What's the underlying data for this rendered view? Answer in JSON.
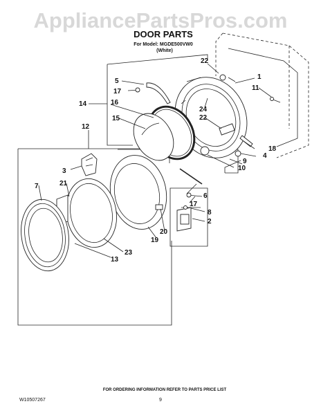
{
  "watermark": "AppliancePartsPros.com",
  "title": {
    "main": "DOOR PARTS",
    "model_line": "For Model: MGDE500VW0",
    "color": "(White)"
  },
  "callouts": [
    "1",
    "2",
    "3",
    "4",
    "5",
    "6",
    "7",
    "8",
    "9",
    "10",
    "11",
    "12",
    "13",
    "14",
    "15",
    "16",
    "17",
    "17",
    "18",
    "19",
    "20",
    "21",
    "22",
    "22",
    "23",
    "24"
  ],
  "footer": {
    "doc_number": "W10507267",
    "ordering_note": "FOR ORDERING INFORMATION REFER TO PARTS PRICE LIST",
    "page": "9"
  }
}
